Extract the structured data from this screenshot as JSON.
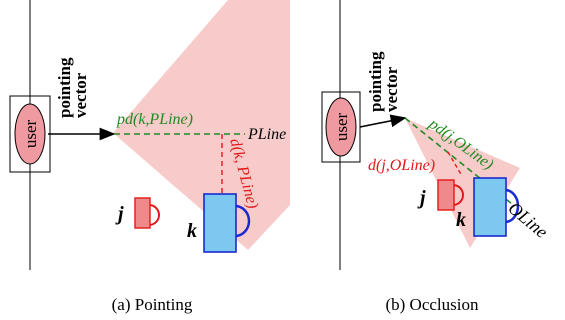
{
  "colors": {
    "cone_fill": "#f7c2c2",
    "green": "#1f8a1f",
    "red": "#e01818",
    "user_fill": "#ef9aa0",
    "mug_j_fill": "#ef8a8a",
    "mug_k_fill": "#7cc8f0",
    "mug_k_stroke": "#1a2ad0"
  },
  "panel_a": {
    "caption": "(a) Pointing",
    "user_label": "user",
    "vector_label_line1": "pointing",
    "vector_label_line2": "vector",
    "pd_label": "pd(k,PLine)",
    "line_label": "PLine",
    "d_label": "d(k, PLine)",
    "obj_j": "j",
    "obj_k": "k"
  },
  "panel_b": {
    "caption": "(b) Occlusion",
    "user_label": "user",
    "vector_label_line1": "pointing",
    "vector_label_line2": "vector",
    "pd_label": "pd(j,OLine)",
    "d_label": "d(j,OLine)",
    "line_label": "OLine",
    "obj_j": "j",
    "obj_k": "k"
  }
}
